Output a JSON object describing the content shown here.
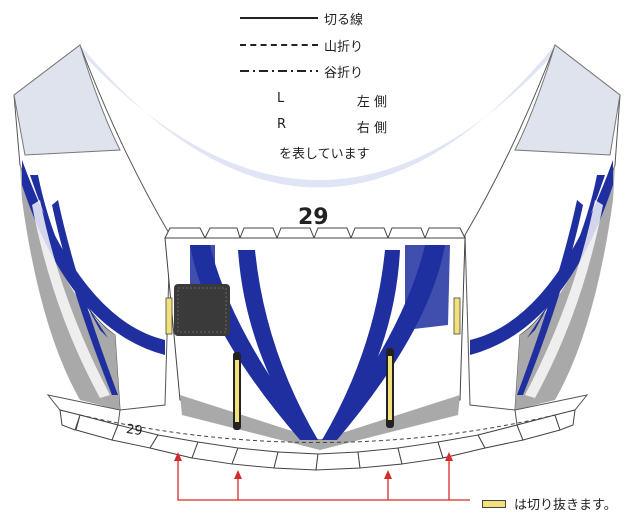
{
  "legend": [
    {
      "style": "solid",
      "label": "切る線"
    },
    {
      "style": "dashed",
      "label": "山折り"
    },
    {
      "style": "dashdot",
      "label": "谷折り"
    }
  ],
  "sides": [
    {
      "letter": "L",
      "label": "左 側"
    },
    {
      "letter": "R",
      "label": "右 側"
    }
  ],
  "note": "を表しています",
  "part_number_main": "29",
  "part_number_tab": "29",
  "cut_note": "は切り抜きます。",
  "colors": {
    "stripe_blue": "#1f2fa0",
    "body_gray": "#a8a8a8",
    "body_white": "#ffffff",
    "light_blue": "#c9d3ee",
    "cut_yellow": "#f2e07a",
    "arrow_red": "#d62b2b",
    "grille": "#3a3a3a"
  }
}
